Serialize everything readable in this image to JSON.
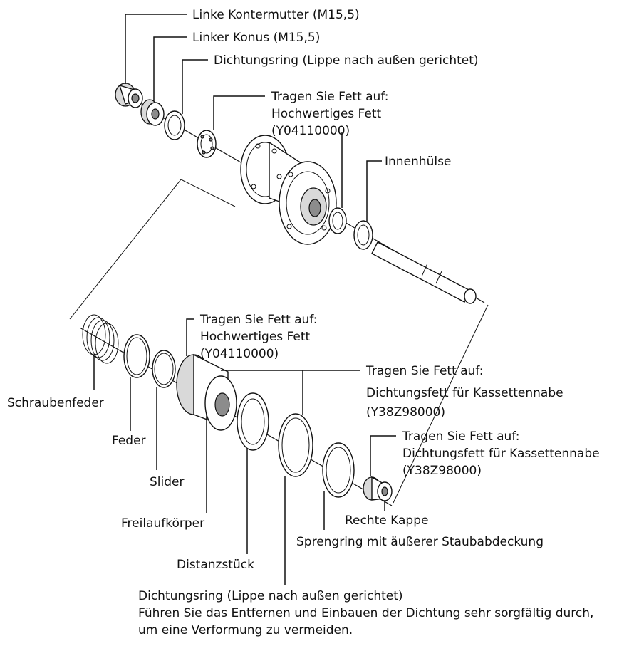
{
  "labels": {
    "left_locknut": "Linke Kontermutter (M15,5)",
    "left_cone": "Linker Konus (M15,5)",
    "seal_ring_top": "Dichtungsring (Lippe nach außen gerichtet)",
    "grease_1_line1": "Tragen Sie Fett auf:",
    "grease_1_line2": "Hochwertiges Fett",
    "grease_1_line3": "(Y04110000)",
    "inner_sleeve": "Innenhülse",
    "grease_2_line1": "Tragen Sie Fett auf:",
    "grease_2_line2": "Hochwertiges Fett",
    "grease_2_line3": "(Y04110000)",
    "grease_3_line1": "Tragen Sie Fett auf:",
    "grease_3_line2": "Dichtungsfett für Kassettennabe",
    "grease_3_line3": "(Y38Z98000)",
    "grease_4_line1": "Tragen Sie Fett auf:",
    "grease_4_line2": "Dichtungsfett für Kassettennabe",
    "grease_4_line3": "(Y38Z98000)",
    "coil_spring": "Schraubenfeder",
    "spring": "Feder",
    "slider": "Slider",
    "freehub_body": "Freilaufkörper",
    "spacer": "Distanzstück",
    "right_cap": "Rechte Kappe",
    "snap_ring": "Sprengring mit äußerer Staubabdeckung",
    "seal_bottom_line1": "Dichtungsring (Lippe nach außen gerichtet)",
    "seal_bottom_line2": "Führen Sie das Entfernen und Einbauen der Dichtung sehr sorgfältig durch,",
    "seal_bottom_line3": "um eine Verformung zu vermeiden."
  }
}
